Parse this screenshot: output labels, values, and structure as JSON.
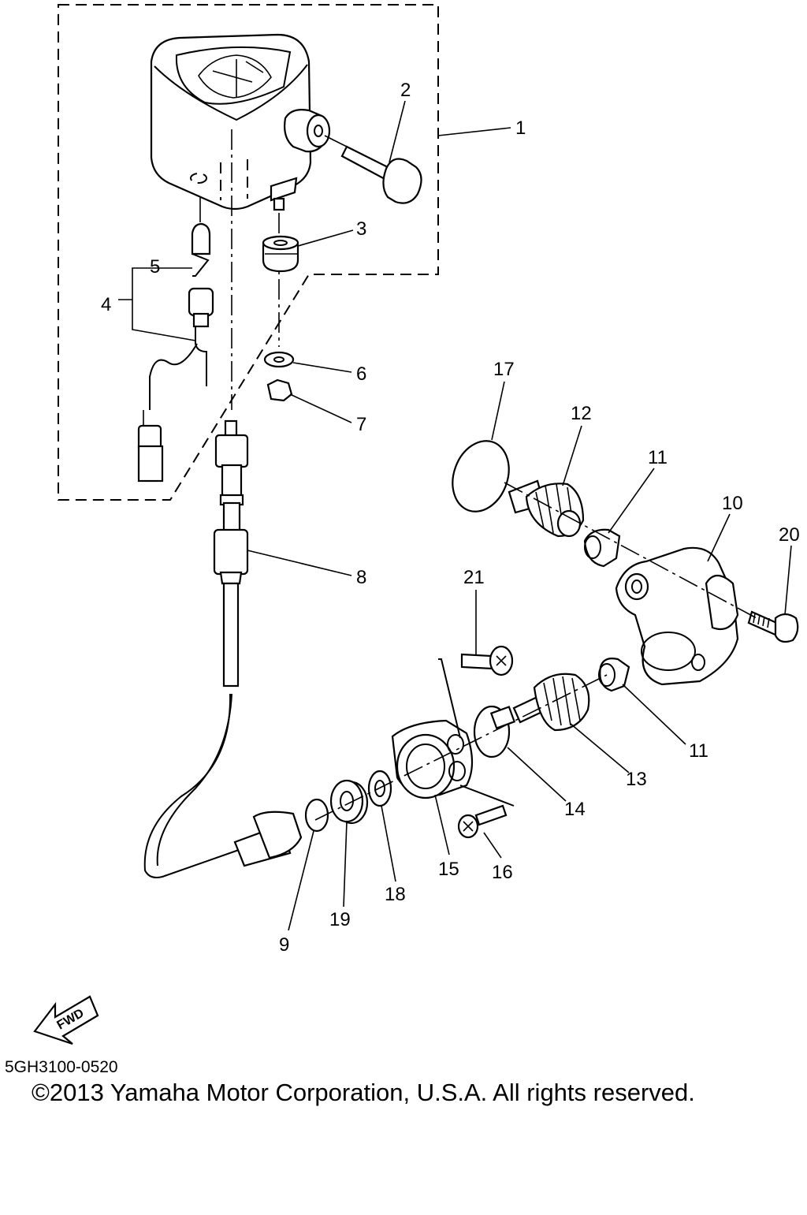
{
  "diagram": {
    "part_labels": [
      {
        "id": "p1",
        "text": "1"
      },
      {
        "id": "p2",
        "text": "2"
      },
      {
        "id": "p3",
        "text": "3"
      },
      {
        "id": "p4",
        "text": "4"
      },
      {
        "id": "p5",
        "text": "5"
      },
      {
        "id": "p6",
        "text": "6"
      },
      {
        "id": "p7",
        "text": "7"
      },
      {
        "id": "p8",
        "text": "8"
      },
      {
        "id": "p9",
        "text": "9"
      },
      {
        "id": "p10",
        "text": "10"
      },
      {
        "id": "p11a",
        "text": "11"
      },
      {
        "id": "p11b",
        "text": "11"
      },
      {
        "id": "p12",
        "text": "12"
      },
      {
        "id": "p13",
        "text": "13"
      },
      {
        "id": "p14",
        "text": "14"
      },
      {
        "id": "p15",
        "text": "15"
      },
      {
        "id": "p16",
        "text": "16"
      },
      {
        "id": "p17",
        "text": "17"
      },
      {
        "id": "p18",
        "text": "18"
      },
      {
        "id": "p19",
        "text": "19"
      },
      {
        "id": "p20",
        "text": "20"
      },
      {
        "id": "p21",
        "text": "21"
      }
    ],
    "fwd_badge": "FWD",
    "drawing_code": "5GH3100-0520",
    "copyright": "©2013 Yamaha Motor Corporation, U.S.A. All rights reserved."
  }
}
